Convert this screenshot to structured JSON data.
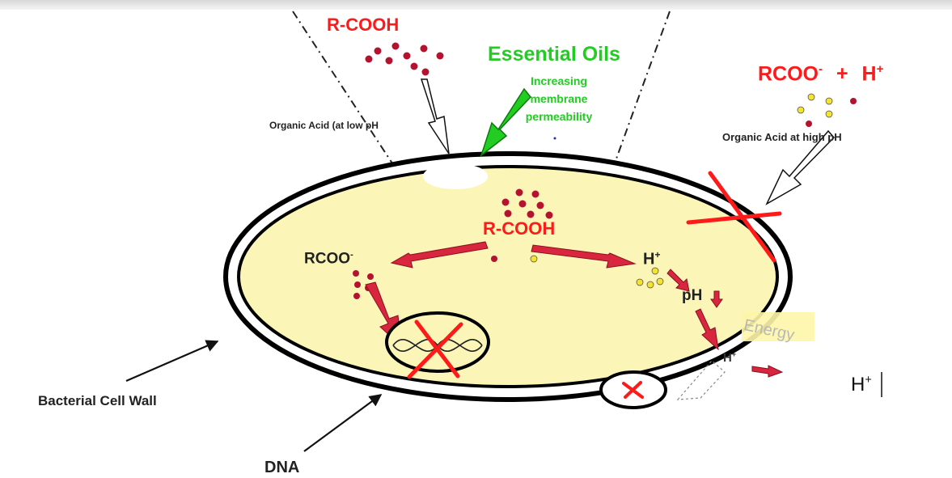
{
  "labels": {
    "acid_top": "R-COOH",
    "essential_oils": "Essential Oils",
    "oils_effect": [
      "Increasing",
      "membrane",
      "permeability"
    ],
    "dissociated_top": "RCOO",
    "dissociated_top_sup": "-",
    "plus": "+",
    "proton_top": "H",
    "proton_top_sup": "+",
    "low_ph": "Organic Acid (at low pH",
    "high_ph": "Organic Acid at high pH",
    "acid_inside": "R-COOH",
    "anion_inside": "RCOO",
    "anion_inside_sup": "-",
    "proton_inside": "H",
    "proton_inside_sup": "+",
    "ph": "pH",
    "energy": "Energy",
    "proton_pump": "H",
    "proton_pump_sup": "+",
    "proton_outside": "H",
    "proton_outside_sup": "+",
    "cell_wall": "Bacterial Cell Wall",
    "dna": "DNA"
  },
  "colors": {
    "acid_red": "#ff1a1a",
    "oils_green": "#22cc22",
    "arrow_red": "#d7263d",
    "cytoplasm": "#fbf6b8",
    "molecule_red": "#b5122f",
    "ion_yellow": "#f4e431"
  }
}
